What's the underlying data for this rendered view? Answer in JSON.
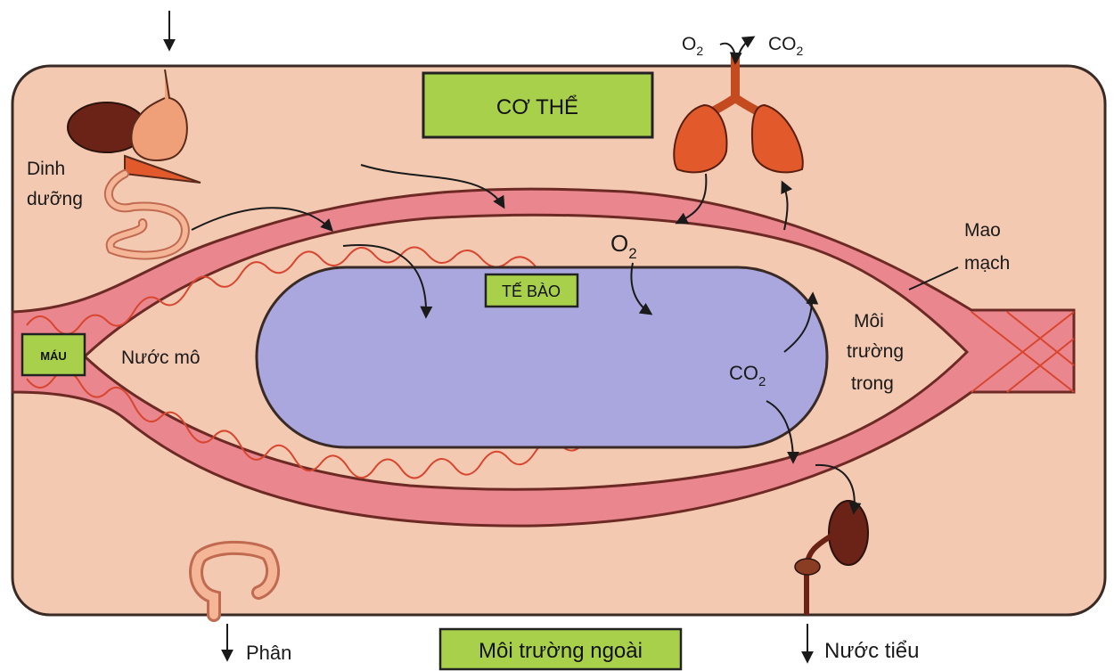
{
  "title_box": "CƠ THỂ",
  "cell_box": "TẾ BÀO",
  "blood_box": "MÁU",
  "environment_box": "Môi trường ngoài",
  "labels": {
    "nutrition_line1": "Dinh",
    "nutrition_line2": "dưỡng",
    "tissue_fluid": "Nước mô",
    "capillary_line1": "Mao",
    "capillary_line2": "mạch",
    "internal_env_line1": "Môi",
    "internal_env_line2": "trường",
    "internal_env_line3": "trong",
    "o2_top": "O",
    "o2_top_sub": "2",
    "co2_top": "CO",
    "co2_top_sub": "2",
    "o2_mid": "O",
    "o2_mid_sub": "2",
    "co2_mid": "CO",
    "co2_mid_sub": "2",
    "feces": "Phân",
    "urine": "Nước tiểu"
  },
  "colors": {
    "body_fill": "#f3c9b2",
    "body_stroke": "#3a2a25",
    "vessel_fill": "#e9868e",
    "vessel_wave": "#d9462f",
    "cell_fill": "#a9a7dd",
    "box_fill": "#a9d04a",
    "lung_fill": "#e25a2b",
    "kidney_fill": "#6b2318"
  }
}
